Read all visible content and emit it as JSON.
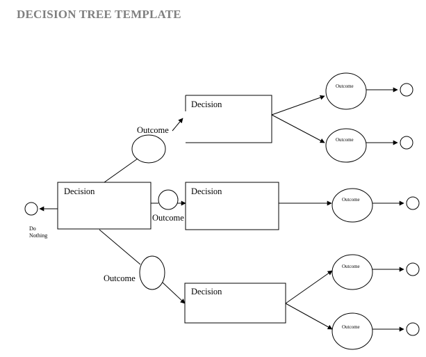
{
  "title": "DECISION TREE TEMPLATE",
  "labels": {
    "decision": "Decision",
    "outcome": "Outcome",
    "do_nothing_line1": "Do",
    "do_nothing_line2": "Nothing"
  },
  "colors": {
    "title": "#7f7f7f",
    "stroke": "#000000",
    "background": "#ffffff"
  }
}
